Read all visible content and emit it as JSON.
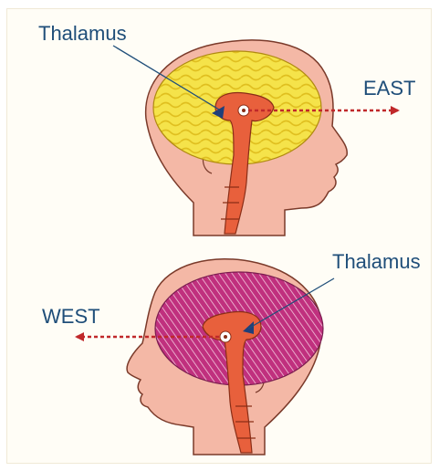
{
  "labels": {
    "top_thalamus": "Thalamus",
    "top_direction": "EAST",
    "bottom_thalamus": "Thalamus",
    "bottom_direction": "WEST"
  },
  "colors": {
    "background": "#fffdf6",
    "skin": "#f4b8a6",
    "skin_outline": "#7a3a2a",
    "brainstem": "#e8603c",
    "yellow_brain": "#f5e34a",
    "yellow_wave": "#e8c926",
    "purple_brain": "#c0307e",
    "purple_hatch": "#f3c9dd",
    "arrow": "#c0282a",
    "marker": "#1f3f7a",
    "label": "#1f4e79"
  },
  "icons": {
    "top_head": "head-profile-facing-right-icon",
    "bottom_head": "head-profile-facing-left-icon",
    "thalamus_marker": "triangle-marker-icon"
  }
}
